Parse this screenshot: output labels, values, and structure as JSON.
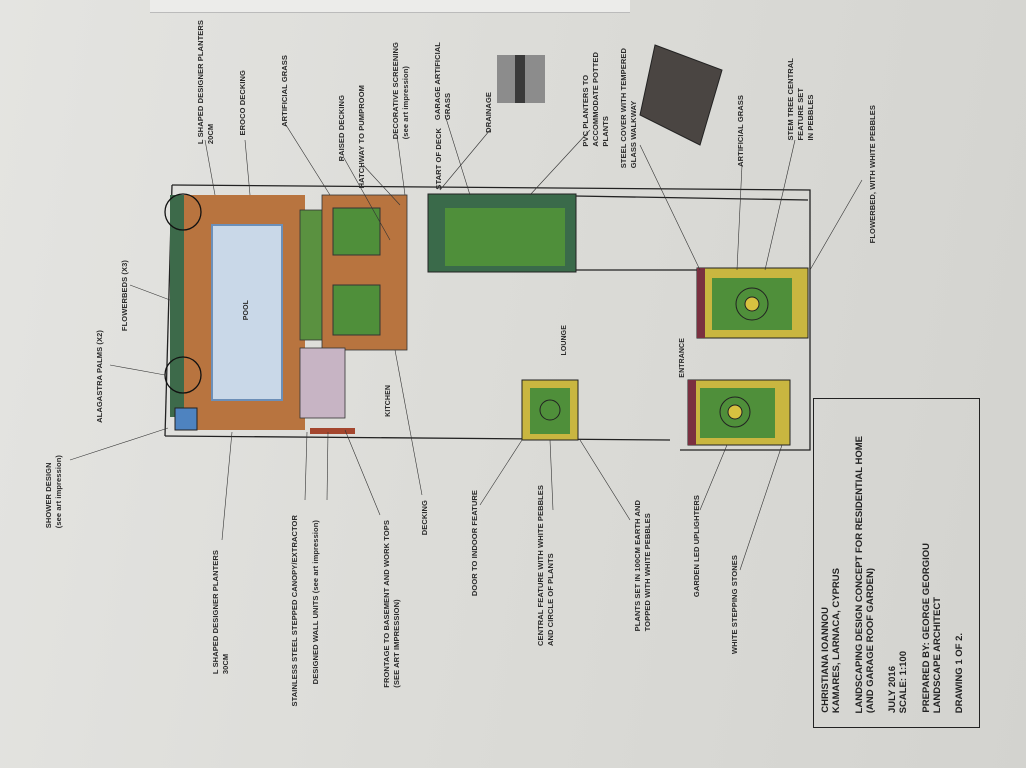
{
  "drawing": {
    "title_block": {
      "client": "CHRISTIANA IOANNOU",
      "location": "KAMARES, LARNACA, CYPRUS",
      "project_line1": "LANDSCAPING DESIGN CONCEPT FOR RESIDENTIAL HOME",
      "project_line2": "(AND GARAGE ROOF GARDEN)",
      "date": "JULY 2016",
      "scale": "SCALE: 1:100",
      "prepared_by": "PREPARED BY: GEORGE GEORGIOU",
      "role": "LANDSCAPE ARCHITECT",
      "sheet": "DRAWING 1 OF 2."
    },
    "rooms": {
      "pool": "POOL",
      "kitchen": "KITCHEN",
      "lounge": "LOUNGE",
      "entrance": "ENTRANCE"
    },
    "labels": {
      "planters_20": "L SHAPED DESIGNER PLANTERS\n20CM",
      "eroco_decking": "EROCO DECKING",
      "artificial_grass_1": "ARTIFICIAL GRASS",
      "raised_decking": "RAISED DECKING",
      "hatchway": "HATCHWAY TO PUMPROOM",
      "decorative_screening": "DECORATIVE SCREENING\n(see art impression)",
      "start_of_deck": "START OF DECK",
      "garage_grass": "GARAGE ARTIFICIAL\nGRASS",
      "drainage": "DRAINAGE",
      "pvc_planters": "PVC PLANTERS TO\nACCOMMODATE POTTED\nPLANTS",
      "steel_cover": "STEEL COVER WITH TEMPERED\nGLASS WALKWAY",
      "artificial_grass_2": "ARTIFICIAL GRASS",
      "stem_tree": "STEM TREE CENTRAL\nFEATURE SET\nIN PEBBLES",
      "flowerbed_pebbles": "FLOWERBED, WITH WHITE PEBBLES",
      "flowerbeds": "FLOWERBEDS (X3)",
      "palms": "ALAGASTRA PALMS (X2)",
      "shower": "SHOWER DESIGN\n(see art impression)",
      "planters_30": "L SHAPED DESIGNER PLANTERS\n30CM",
      "canopy": "STAINLESS STEEL STEPPED CANOPY/EXTRACTOR",
      "wall_units": "DESIGNED WALL UNITS (see art impression)",
      "frontage": "FRONTAGE TO BASEMENT AND WORK TOPS\n(SEE ART IMPRESSION)",
      "decking": "DECKING",
      "door_feature": "DOOR TO INDOOR FEATURE",
      "central_feature": "CENTRAL FEATURE WITH WHITE PEBBLES\nAND CIRCLE OF PLANTS",
      "plants_set": "PLANTS SET IN 100CM EARTH AND\nTOPPED WITH WHITE PEBBLES",
      "uplighters": "GARDEN LED UPLIGHTERS",
      "stepping_stones": "WHITE STEPPING STONES"
    },
    "colors": {
      "deck": "#b8743f",
      "grass": "#4f8f3a",
      "pool": "#c9d8e8",
      "kitchen": "#c7b4c4",
      "gold": "#c9b640"
    }
  }
}
